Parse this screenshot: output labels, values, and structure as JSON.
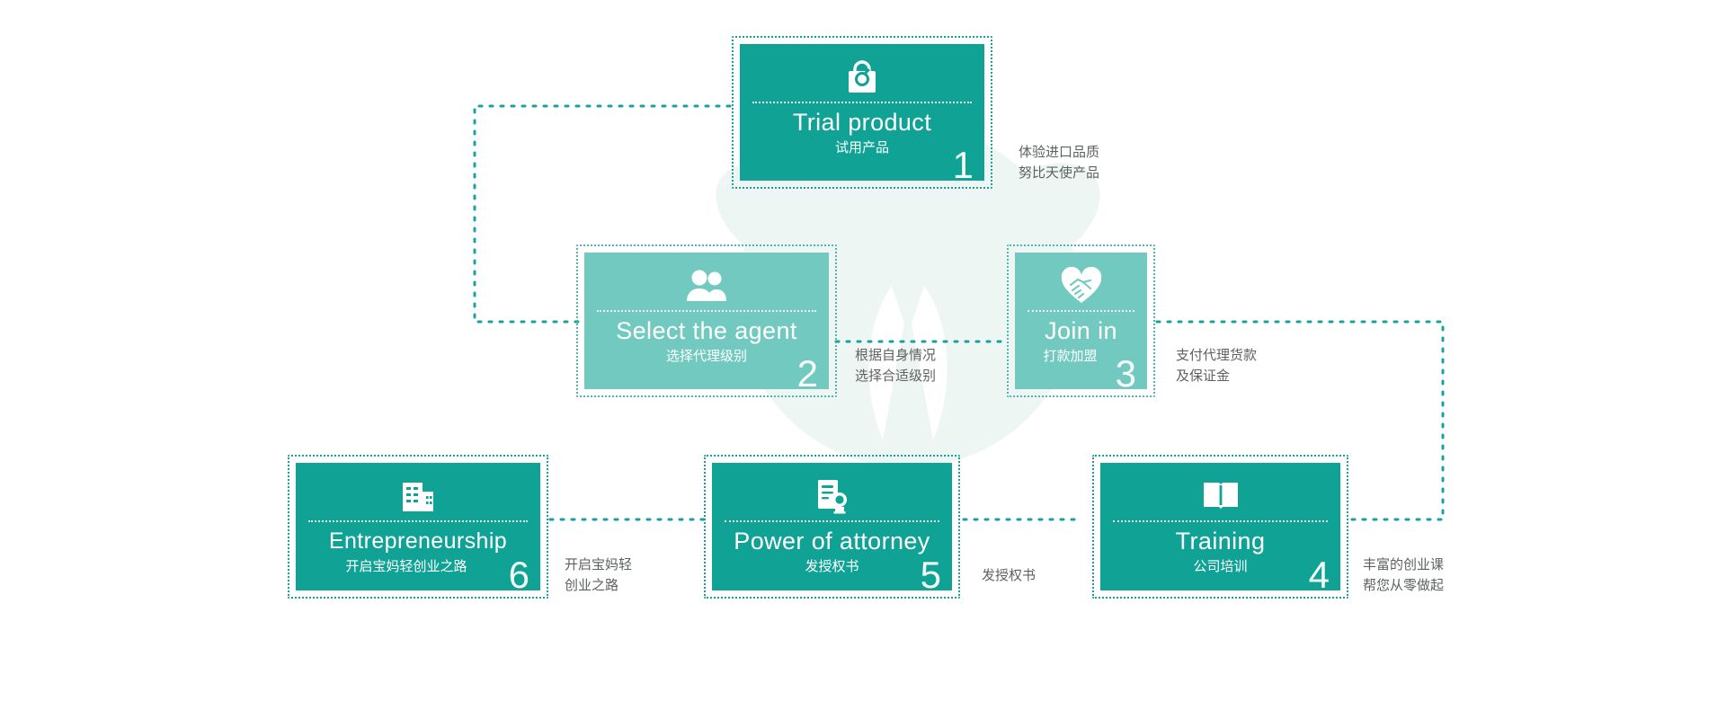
{
  "theme": {
    "accent_dark": "#10a295",
    "accent_light": "#72c9c0",
    "dotted_border": "#17a2a0",
    "caption_text": "#5d6162",
    "background": "#ffffff",
    "watermark": "#eef6f4"
  },
  "steps": [
    {
      "id": "trial-product",
      "number": "1",
      "title_en": "Trial product",
      "title_cn": "试用产品",
      "icon": "shopping-bag-icon",
      "tone": "dark"
    },
    {
      "id": "select-the-agent",
      "number": "2",
      "title_en": "Select the agent",
      "title_cn": "选择代理级别",
      "icon": "two-people-icon",
      "tone": "light"
    },
    {
      "id": "join-in",
      "number": "3",
      "title_en": "Join in",
      "title_cn": "打款加盟",
      "icon": "handshake-heart-icon",
      "tone": "light"
    },
    {
      "id": "training",
      "number": "4",
      "title_en": "Training",
      "title_cn": "公司培训",
      "icon": "open-book-icon",
      "tone": "dark"
    },
    {
      "id": "power-of-attorney",
      "number": "5",
      "title_en": "Power of attorney",
      "title_cn": "发授权书",
      "icon": "certificate-icon",
      "tone": "dark"
    },
    {
      "id": "entrepreneurship",
      "number": "6",
      "title_en": "Entrepreneurship",
      "title_cn": "开启宝妈轻创业之路",
      "icon": "office-building-icon",
      "tone": "dark"
    }
  ],
  "captions": [
    {
      "id": "caption-1",
      "line1": "体验进口品质",
      "line2": "努比天使产品"
    },
    {
      "id": "caption-2",
      "line1": "根据自身情况",
      "line2": "选择合适级别"
    },
    {
      "id": "caption-3",
      "line1": "支付代理货款",
      "line2": "及保证金"
    },
    {
      "id": "caption-4",
      "line1": "丰富的创业课",
      "line2": "帮您从零做起"
    },
    {
      "id": "caption-5",
      "line1": "发授权书",
      "line2": ""
    },
    {
      "id": "caption-6",
      "line1": "开启宝妈轻",
      "line2": "创业之路"
    }
  ]
}
